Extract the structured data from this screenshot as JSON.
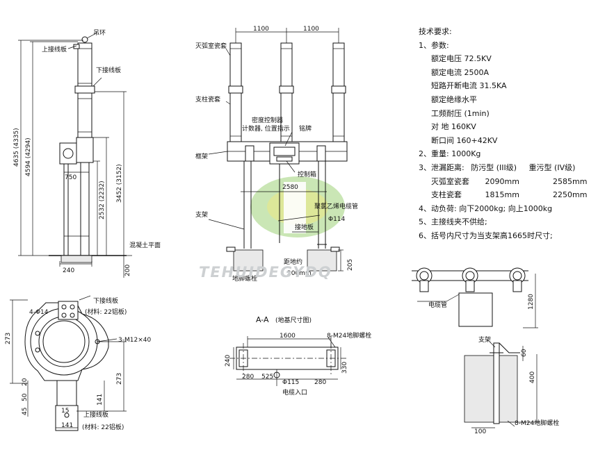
{
  "front_view": {
    "hanging_ring": "吊环",
    "upper_terminal": "上接线板",
    "lower_terminal": "下接线板",
    "foundation_level": "混凝土平面",
    "dim_total": "4635 (4335)",
    "dim_mid": "4594 (4294)",
    "dim_support": "3452 (3152)",
    "dim_frame": "2532 (2232)",
    "dim_750": "750",
    "dim_240": "240",
    "dim_200": "200"
  },
  "side_view": {
    "top_spacing_1": "1100",
    "top_spacing_2": "1100",
    "interrupter_insulator": "灭弧室瓷套",
    "post_insulator": "支柱瓷套",
    "frame": "框架",
    "density_relay": "密度控制器",
    "density_relay_2": "计数器, 位置指示",
    "nameplate": "铭牌",
    "control_cabinet": "控制箱",
    "dim_2580": "2580",
    "cable_conduit": "聚氯乙烯电缆管",
    "dim_phi114": "Φ114",
    "grounding_plate": "接地板",
    "support": "支架",
    "distance_label": "距地约",
    "dim_200mm": "200mm",
    "anchor_bolt": "地脚螺栓",
    "dim_205": "205"
  },
  "foundation": {
    "title": "A-A",
    "subtitle": "(地基尺寸图)",
    "dim_1600": "1600",
    "bolt_note": "8-M24地脚螺栓",
    "dim_240": "240",
    "dim_330": "330",
    "dim_280_left": "280",
    "dim_525": "525",
    "dim_phi115": "Φ115",
    "dim_280_right": "280",
    "cable_entry": "电缆入口"
  },
  "terminal_detail": {
    "holes": "4-Φ14",
    "lower_terminal": "下接线板",
    "lower_material": "(材料: 22铝板)",
    "bolts": "3-M12×40",
    "dim_273_left": "273",
    "dim_273_right": "273",
    "dim_20": "20",
    "dim_50": "50",
    "dim_45": "45",
    "dim_141_v": "141",
    "dim_15": "15",
    "dim_141_h": "141",
    "upper_terminal": "上接线板",
    "upper_material": "(材料: 22铝板)"
  },
  "conduit_detail": {
    "conduit": "电缆管",
    "dim_1280": "1280"
  },
  "anchor_detail": {
    "support": "支架",
    "dim_60": "60",
    "dim_400": "400",
    "dim_100": "100",
    "bolt_note": "8-M24地脚螺栓"
  },
  "specs": {
    "title": "技术要求:",
    "item1": "1、参数:",
    "rated_voltage": "额定电压  72.5KV",
    "rated_current": "额定电流  2500A",
    "breaking_current": "短路开断电流  31.5KA",
    "insulation_level": "额定绝缘水平",
    "power_freq": "工频耐压 (1min)",
    "to_ground": "对  地  160KV",
    "across_break": "断口间  160+42KV",
    "item2": "2、重量: 1000Kg",
    "item3": "3、泄漏距离:",
    "pollution_III": "防污型 (III级)",
    "pollution_IV": "重污型 (IV级)",
    "interrupter_label": "灭弧室瓷套",
    "interrupter_III": "2090mm",
    "interrupter_IV": "2585mm",
    "post_label": "支柱瓷套",
    "post_III": "1815mm",
    "post_IV": "2250mm",
    "item4": "4、动负荷: 向下2000kg; 向上1000kg",
    "item5": "5、主接线夹不供给;",
    "item6": "6、括号内尺寸为当支架高1665时尺寸;"
  },
  "watermark": "TEHUIDEGYDQ",
  "colors": {
    "line": "#111111",
    "logo_green": "#7dc24b",
    "logo_yellow": "#e6e05a",
    "watermark_gray": "#c9ccce"
  }
}
